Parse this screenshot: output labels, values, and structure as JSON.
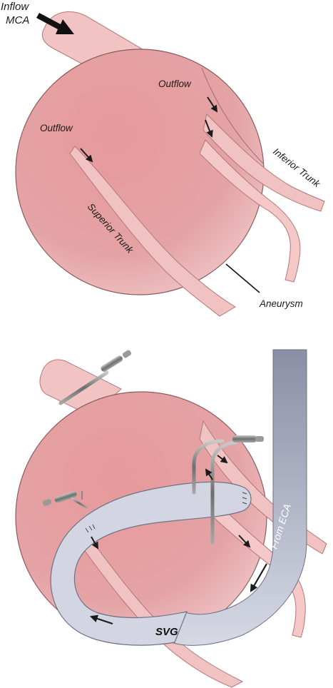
{
  "top_panel": {
    "inflow_label": [
      "Inflow",
      "MCA"
    ],
    "outflow_left_label": "Outflow",
    "outflow_right_label": "Outflow",
    "superior_trunk_label": "Superior Trunk",
    "inferior_trunk_label": "Inferior Trunk",
    "aneurysm_label": "Aneurysm"
  },
  "bottom_panel": {
    "graft_label": "SVG",
    "source_label": "From ECA"
  },
  "colors": {
    "aneurysm_fill": "#e79ea0",
    "vessel_fill": "#f3c6c5",
    "vessel_stroke": "#b97a7c",
    "graft_fill": "#d3d6e2",
    "graft_dark": "#7c8196",
    "clip": "#8a8a8a"
  }
}
